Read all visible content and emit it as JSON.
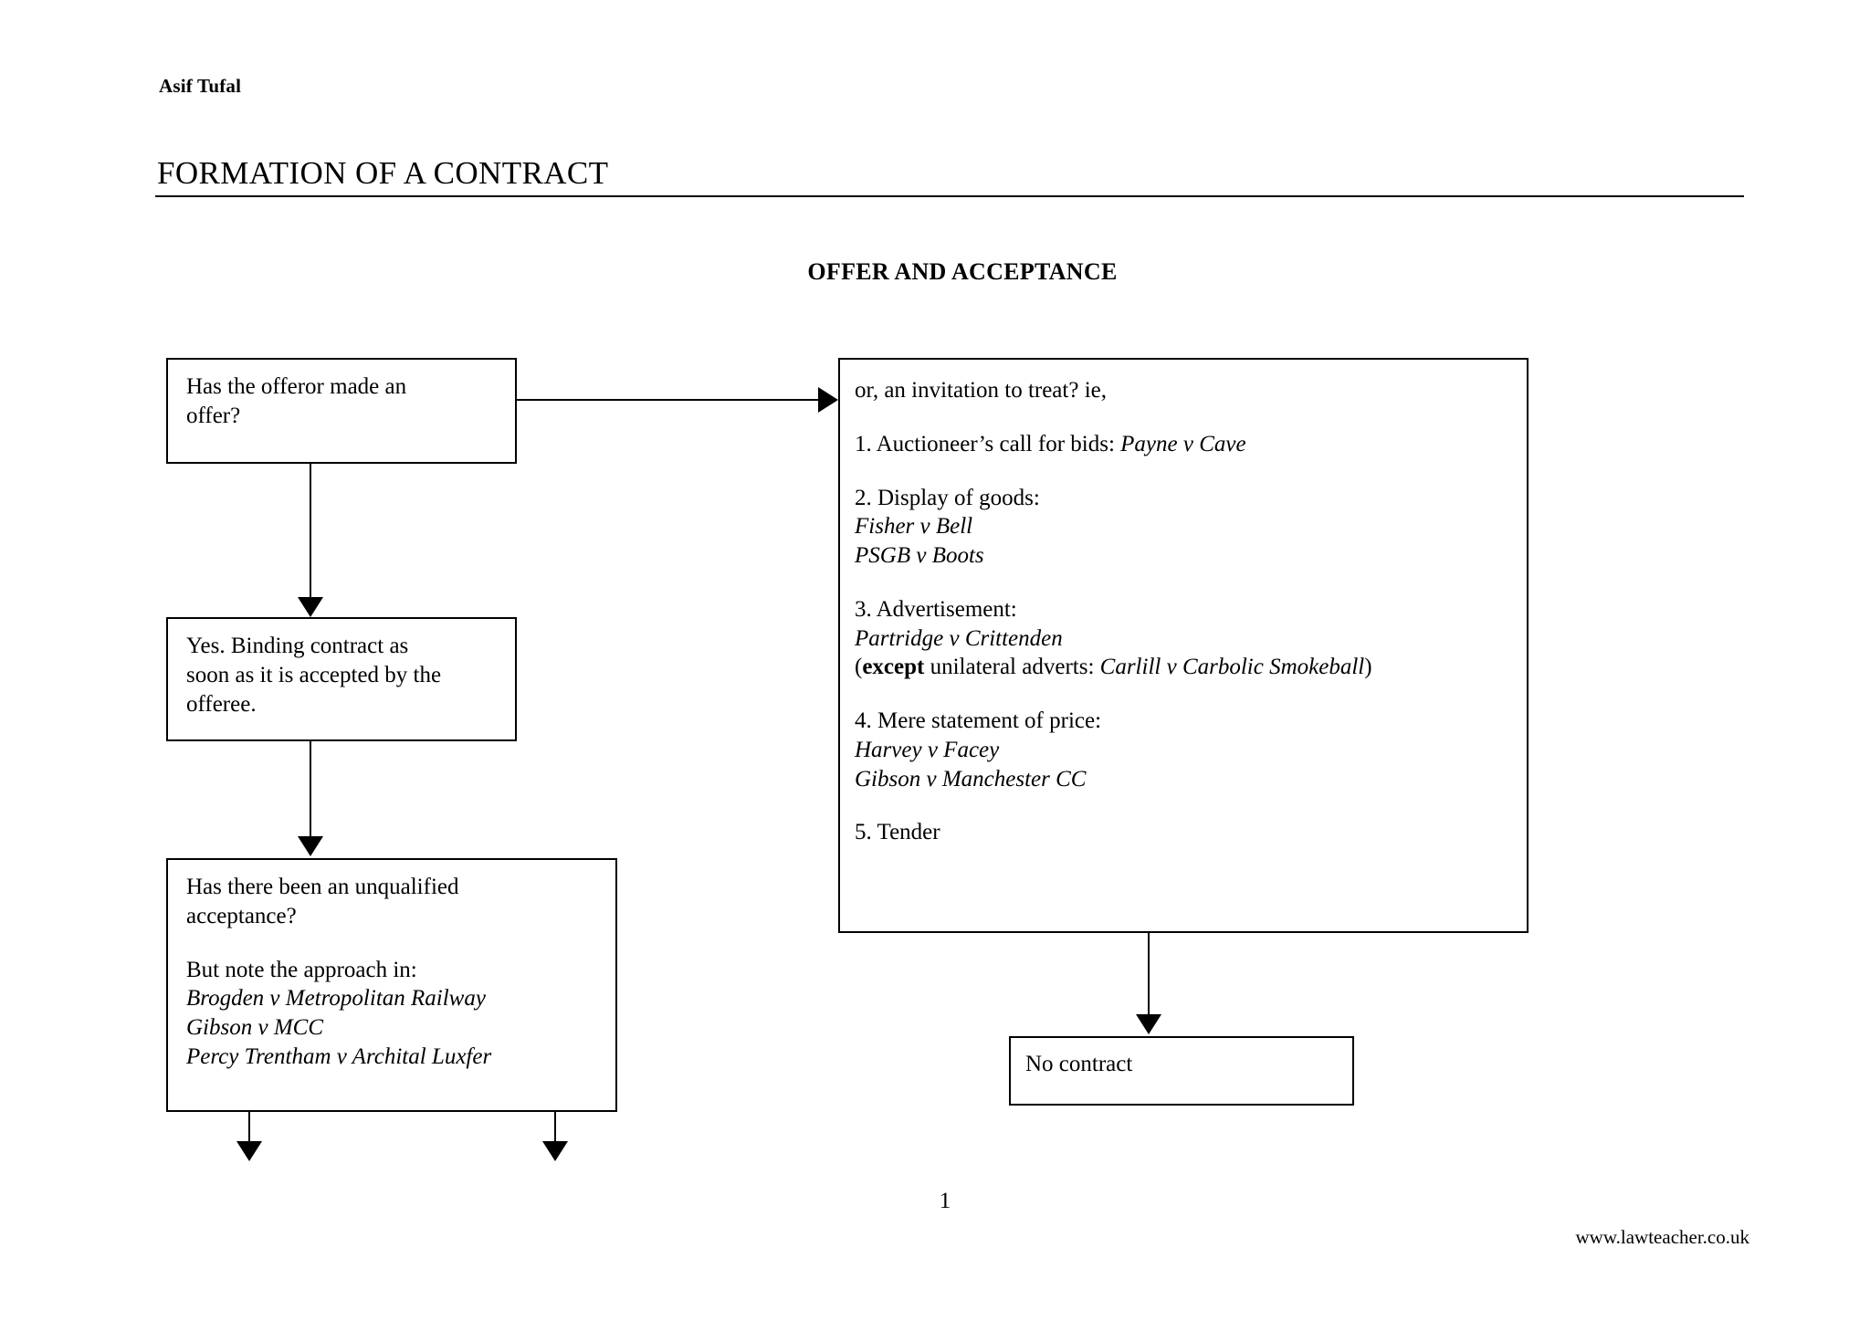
{
  "document": {
    "author": "Asif Tufal",
    "title": "FORMATION OF A CONTRACT",
    "subtitle": "OFFER AND ACCEPTANCE",
    "page_number": "1",
    "site_url": "www.lawteacher.co.uk"
  },
  "flowchart": {
    "offeror_box": {
      "line1": "Has the offeror made an",
      "line2": "offer?"
    },
    "binding_box": {
      "line1": "Yes.  Binding contract as",
      "line2": "soon as it is accepted by the",
      "line3": "offeree."
    },
    "unqualified_box": {
      "line1": "Has there been an unqualified",
      "line2": "acceptance?",
      "note_heading": "But note the approach in:",
      "cases": [
        "Brogden v Metropolitan Railway",
        "Gibson v MCC",
        "Percy Trentham v Archital Luxfer"
      ]
    },
    "invitation_box": {
      "intro": "or, an invitation to treat? ie,",
      "item1_text": "1. Auctioneer’s call for bids: ",
      "item1_case": "Payne v Cave",
      "item2_heading": "2. Display of goods:",
      "item2_cases": [
        "Fisher v Bell",
        "PSGB v Boots"
      ],
      "item3_heading": "3. Advertisement:",
      "item3_case": "Partridge v Crittenden",
      "item3_except_open": "(",
      "item3_except_bold": "except",
      "item3_except_text": " unilateral adverts: ",
      "item3_except_case": "Carlill v Carbolic Smokeball",
      "item3_except_close": ")",
      "item4_heading": "4. Mere statement of price:",
      "item4_cases": [
        "Harvey v Facey",
        "Gibson v Manchester CC"
      ],
      "item5_heading": "5. Tender"
    },
    "no_contract_box": {
      "label": "No contract"
    }
  },
  "style": {
    "ink": "#000000",
    "paper": "#ffffff"
  }
}
